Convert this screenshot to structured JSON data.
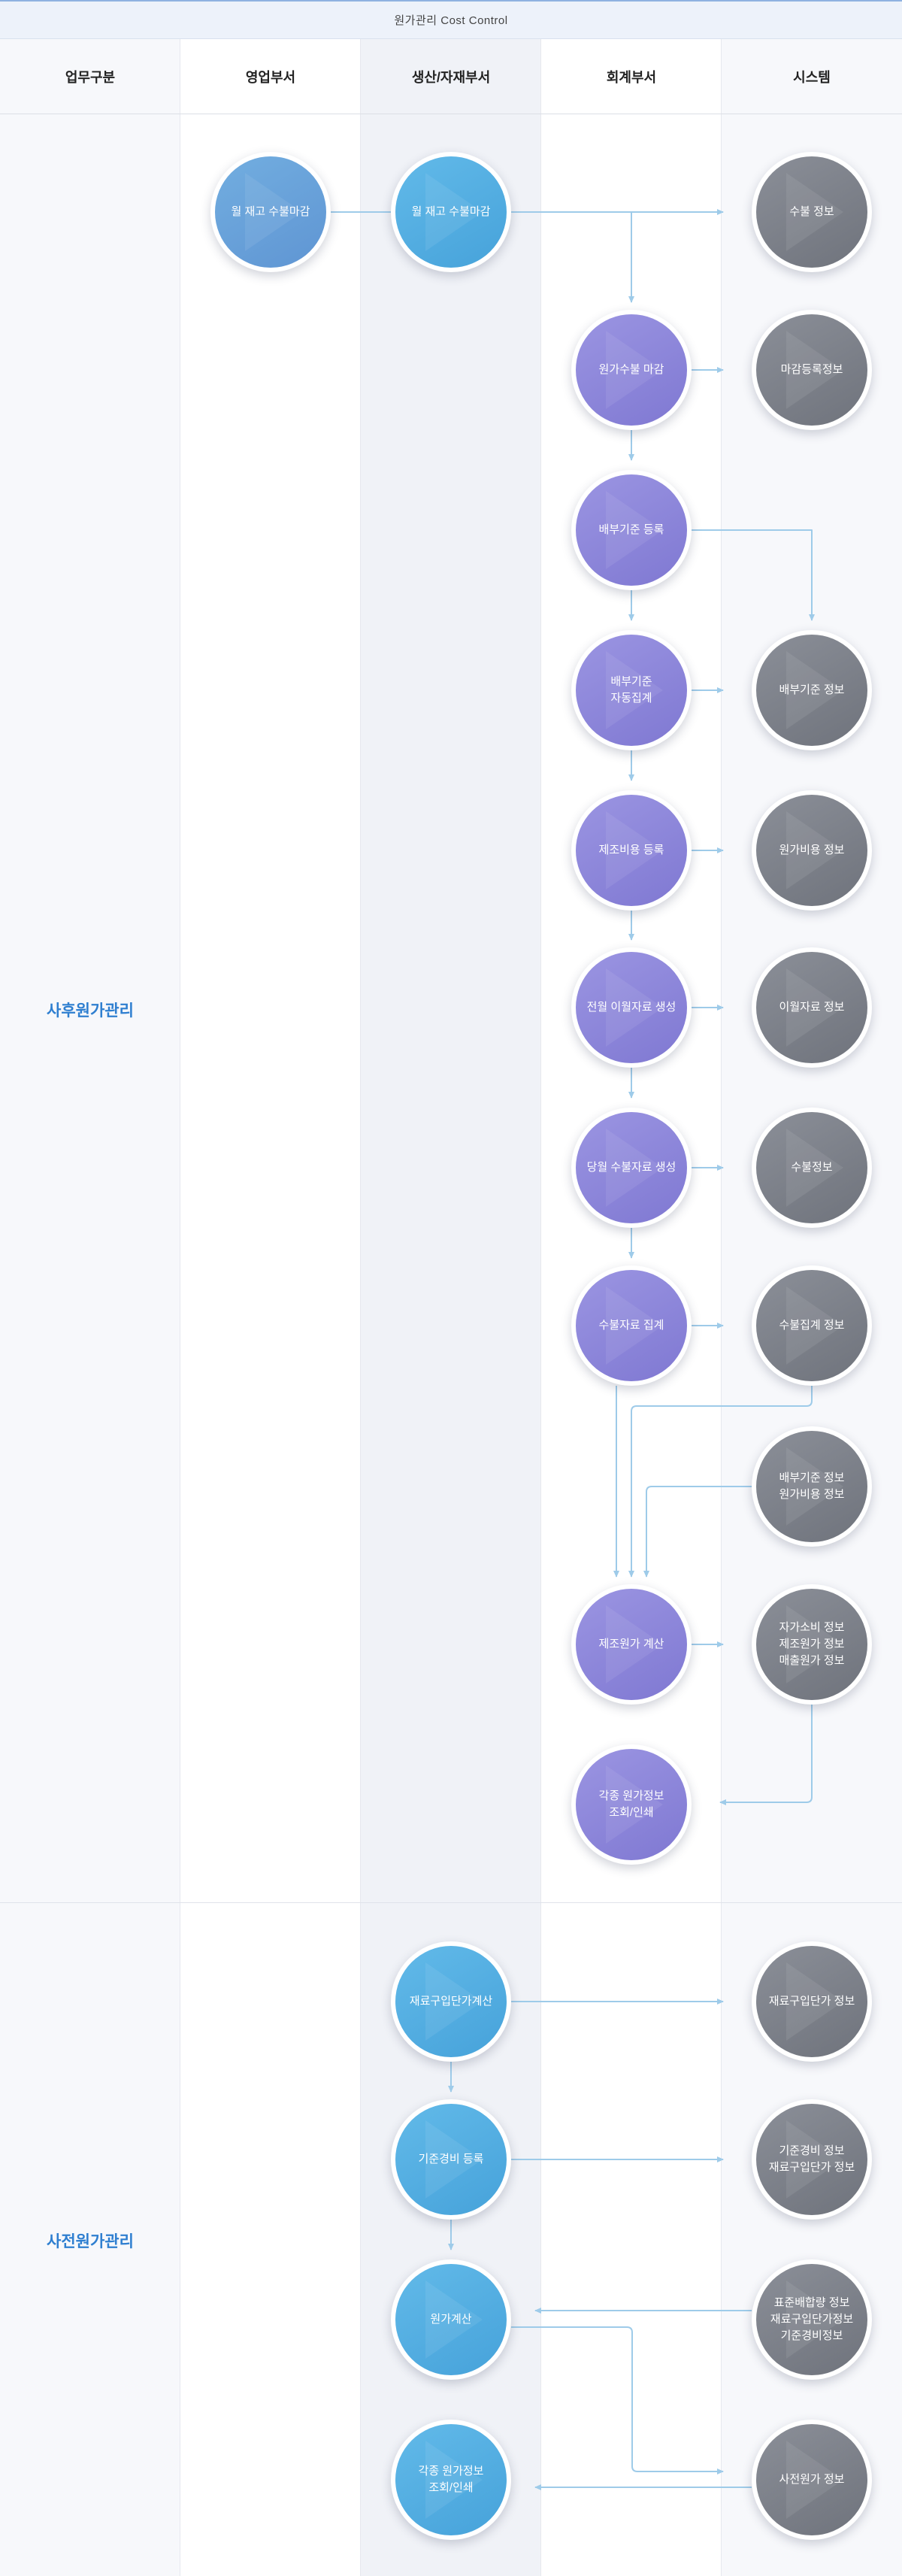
{
  "title": "원가관리 Cost Control",
  "columns": [
    "업무구분",
    "영업부서",
    "생산/자재부서",
    "회계부서",
    "시스템"
  ],
  "sections": {
    "post": "사후원가관리",
    "pre": "사전원가관리"
  },
  "nodes": {
    "sales_close": "월 재고 수불마감",
    "prod_close": "월 재고 수불마감",
    "sys_subul": "수불 정보",
    "cost_close": "원가수불 마감",
    "sys_close_reg": "마감등록정보",
    "alloc_reg": "배부기준 등록",
    "alloc_auto": "배부기준\n자동집계",
    "sys_alloc": "배부기준 정보",
    "mfg_cost_reg": "제조비용 등록",
    "sys_cost_cost": "원가비용 정보",
    "prev_carry": "전월 이월자료 생성",
    "sys_carry": "이월자료 정보",
    "curr_subul": "당월 수불자료 생성",
    "sys_subul2": "수불정보",
    "subul_agg": "수불자료 집계",
    "sys_subul_agg": "수불집계 정보",
    "sys_alloc_cost": "배부기준 정보\n원가비용 정보",
    "mfg_cost_calc": "제조원가 계산",
    "sys_cost_result": "자가소비 정보\n제조원가 정보\n매출원가 정보",
    "post_query": "각종 원가정보\n조회/인쇄",
    "mat_price_calc": "재료구입단가계산",
    "sys_mat_price": "재료구입단가 정보",
    "std_exp_reg": "기준경비 등록",
    "sys_std_exp": "기준경비 정보\n재료구입단가 정보",
    "cost_calc": "원가계산",
    "sys_std_mix": "표준배합량 정보\n재료구입단가정보\n기준경비정보",
    "pre_query": "각종 원가정보\n조회/인쇄",
    "sys_pre_cost": "사전원가 정보"
  },
  "colors": {
    "blue": "#5f95d3",
    "sky": "#46a2da",
    "purple": "#7f78d2",
    "gray": "#6f737c",
    "connector": "#9ecbe9",
    "section_label": "#2f7fd0"
  }
}
